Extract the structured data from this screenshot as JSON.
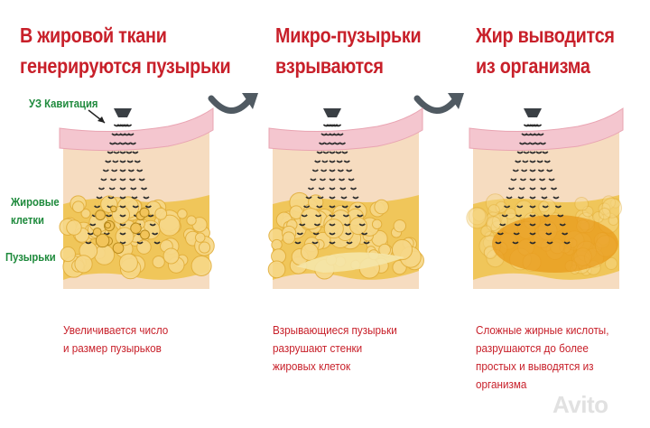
{
  "panels": [
    {
      "title_lines": [
        "В жировой ткани",
        "генерируются пузырьки"
      ],
      "caption_lines": [
        "Увеличивается число",
        "и размер пузырьков"
      ]
    },
    {
      "title_lines": [
        "Микро-пузырьки",
        "взрываются"
      ],
      "caption_lines": [
        "Взрывающиеся пузырьки",
        "разрушают стенки",
        "жировых клеток"
      ]
    },
    {
      "title_lines": [
        "Жир выводится",
        "из организма"
      ],
      "caption_lines": [
        "Сложные жирные кислоты,",
        "разрушаются до более",
        "простых и выводятся из",
        "организма"
      ]
    }
  ],
  "labels": {
    "cavitation": "УЗ Кавитация",
    "fat_cells_line1": "Жировые",
    "fat_cells_line2": "клетки",
    "bubbles": "Пузырьки"
  },
  "watermark": "Avito",
  "colors": {
    "title": "#c8202a",
    "caption": "#c8202a",
    "label": "#1e8a3c",
    "skin": "#f4c6cf",
    "dermis": "#f6dcc0",
    "fat": "#f0c65a",
    "melted_fat": "#e89a1a"
  },
  "icons": [
    "arrow-curve-icon",
    "ultrasound-probe-icon",
    "avito-logo-icon"
  ]
}
